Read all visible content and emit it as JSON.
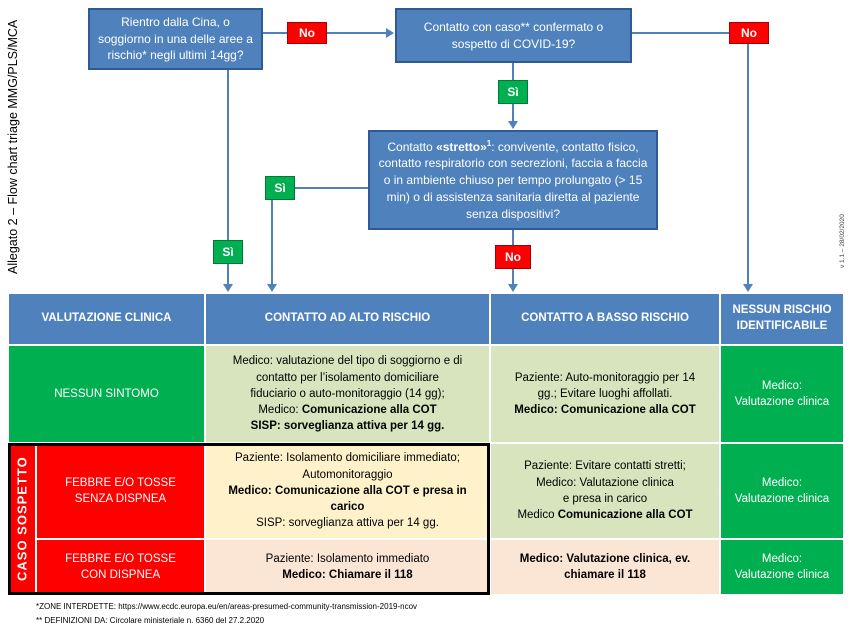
{
  "meta": {
    "left_vertical_label": "Allegato 2 – Flow chart triage MMG/PLS/MCA",
    "version_label": "v 1.1 – 28/02/2020",
    "footnotes": [
      "*ZONE INTERDETTE: https://www.ecdc.europa.eu/en/areas-presumed-community-transmission-2019-ncov",
      "** DEFINIZIONI DA: Circolare ministeriale n. 6360 del 27.2.2020"
    ]
  },
  "flowchart": {
    "box_travel": "Rientro dalla Cina,  o soggiorno in una delle aree a rischio* negli ultimi 14gg?",
    "box_case_contact": "Contatto con caso** confermato o sospetto di COVID-19?",
    "box_close_contact": {
      "pre": "Contatto ",
      "bold": "«stretto»",
      "sup": "1",
      "rest": ":  convivente, contatto fisico, contatto respiratorio con secrezioni, faccia a faccia o in ambiente chiuso per tempo prolungato (> 15 min) o di assistenza sanitaria diretta al paziente senza dispositivi?"
    },
    "no_label": "No",
    "yes_label": "Sì"
  },
  "colors": {
    "box_blue": "#4f81bd",
    "line_blue": "#4f81bd",
    "red": "#fe0000",
    "green": "#00b050",
    "light_green": "#d7e4bd",
    "light_yellow": "#fff2cb",
    "light_orange": "#fbe5d5"
  },
  "table": {
    "headers": {
      "clinical": "VALUTAZIONE CLINICA",
      "high_risk": "CONTATTO AD ALTO RISCHIO",
      "low_risk": "CONTATTO A BASSO RISCHIO",
      "no_risk": "NESSUN RISCHIO IDENTIFICABILE"
    },
    "caso_sospetto": "CASO SOSPETTO",
    "rows": [
      {
        "label_lines": [
          "NESSUN SINTOMO",
          ""
        ],
        "alto": {
          "lines": [
            {
              "n": "Medico: valutazione del tipo di soggiorno e di"
            },
            {
              "n": "contatto per l’isolamento domiciliare"
            },
            {
              "n": "fiduciario o auto-monitoraggio (14 gg);"
            },
            {
              "n": "Medico: ",
              "b": "Comunicazione alla COT"
            },
            {
              "b": "SISP: sorveglianza attiva per 14 gg."
            }
          ]
        },
        "basso": {
          "lines": [
            {
              "n": "Paziente: Auto-monitoraggio per 14"
            },
            {
              "n": "gg.; Evitare luoghi affollati."
            },
            {
              "b": "Medico: Comunicazione alla COT"
            }
          ]
        },
        "nessun": {
          "lines": [
            {
              "n": "Medico:"
            },
            {
              "n": "Valutazione clinica"
            }
          ]
        }
      },
      {
        "label_lines": [
          "FEBBRE E/O TOSSE",
          "SENZA DISPNEA"
        ],
        "alto": {
          "lines": [
            {
              "n": "Paziente: Isolamento domiciliare immediato;"
            },
            {
              "n": "Automonitoraggio"
            },
            {
              "b": "Medico: Comunicazione alla COT e presa in"
            },
            {
              "b": "carico"
            },
            {
              "n": "SISP: sorveglianza attiva per 14 gg."
            }
          ]
        },
        "basso": {
          "lines": [
            {
              "n": "Paziente: Evitare contatti stretti;"
            },
            {
              "n": "Medico: Valutazione clinica"
            },
            {
              "n": "e presa in carico"
            },
            {
              "n": "Medico ",
              "b": "Comunicazione alla COT"
            }
          ]
        },
        "nessun": {
          "lines": [
            {
              "n": "Medico:"
            },
            {
              "n": "Valutazione clinica"
            }
          ]
        }
      },
      {
        "label_lines": [
          "FEBBRE E/O TOSSE",
          "CON DISPNEA"
        ],
        "alto": {
          "lines": [
            {
              "n": "Paziente: Isolamento immediato"
            },
            {
              "b": "Medico: Chiamare il 118"
            }
          ]
        },
        "basso": {
          "lines": [
            {
              "b": "Medico: Valutazione clinica, ev."
            },
            {
              "b": "chiamare il 118"
            }
          ]
        },
        "nessun": {
          "lines": [
            {
              "n": "Medico:"
            },
            {
              "n": "Valutazione clinica"
            }
          ]
        }
      }
    ]
  }
}
